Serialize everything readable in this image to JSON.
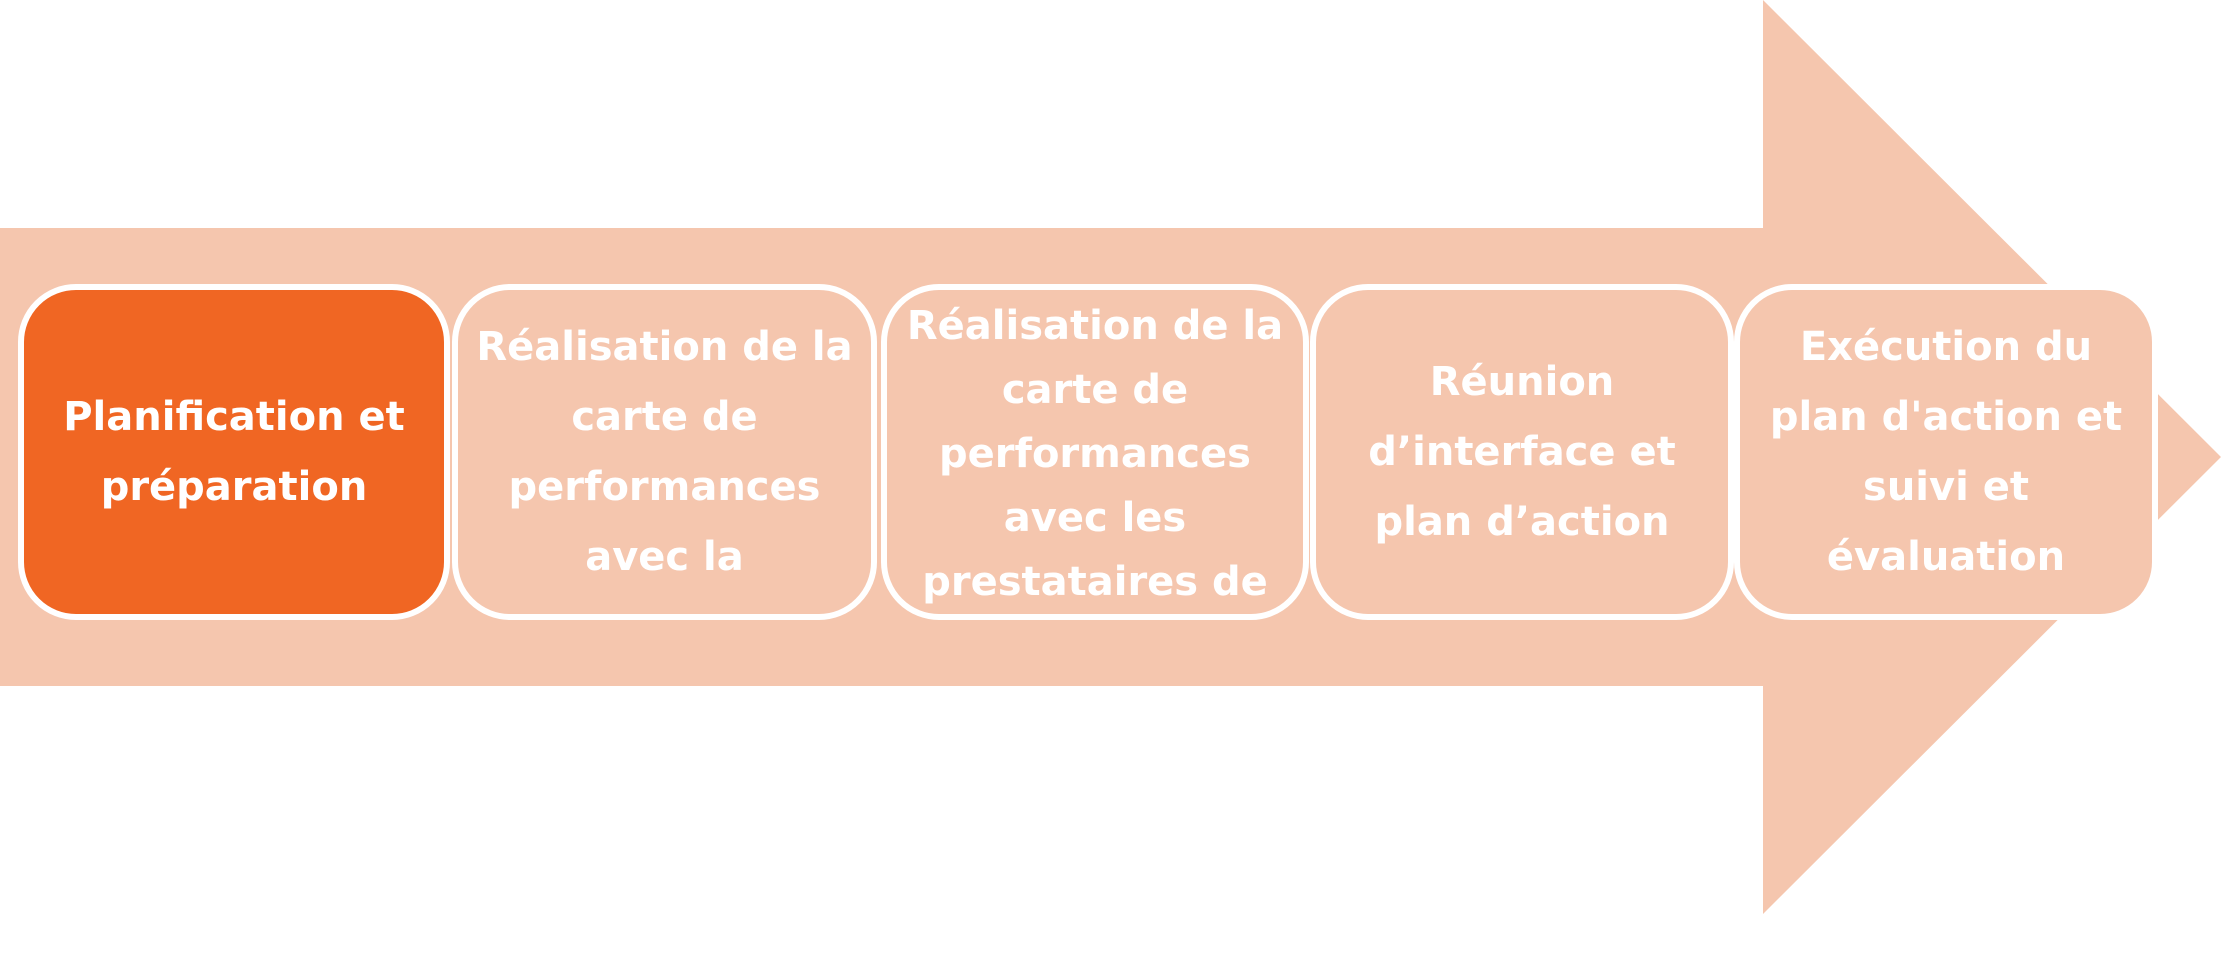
{
  "colors": {
    "arrow": "#f5c6ae",
    "active_step": "#f06623",
    "inactive_step": "#f5c6ae",
    "border": "#ffffff",
    "text": "#ffffff"
  },
  "process": {
    "steps": [
      {
        "label": "Planification et préparation",
        "active": true
      },
      {
        "label": "Réalisation de la carte de performances avec la",
        "active": false
      },
      {
        "label": "Réalisation de la carte de performances avec les prestataires de",
        "active": false
      },
      {
        "label": "Réunion d’interface et plan d’action",
        "active": false
      },
      {
        "label": "Exécution du plan d'action et suivi et évaluation",
        "active": false
      }
    ]
  }
}
